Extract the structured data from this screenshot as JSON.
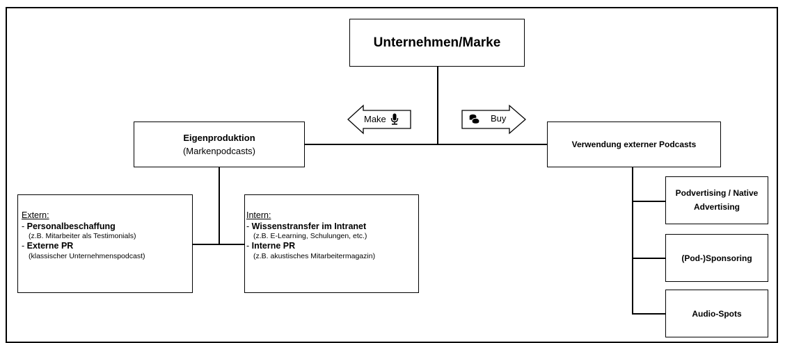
{
  "top": {
    "title": "Unternehmen/Marke"
  },
  "make": {
    "label": "Make",
    "icon": "microphone-icon"
  },
  "buy": {
    "label": "Buy",
    "icon": "coins-icon"
  },
  "left": {
    "title": "Eigenproduktion",
    "subtitle": "(Markenpodcasts)"
  },
  "right": {
    "title": "Verwendung externer Podcasts"
  },
  "extern": {
    "heading": "Extern:",
    "items": [
      {
        "title": "Personalbeschaffung",
        "sub": "(z.B. Mitarbeiter als Testimonials)"
      },
      {
        "title": "Externe PR",
        "sub": "(klassischer Unternehmenspodcast)"
      }
    ]
  },
  "intern": {
    "heading": "Intern:",
    "items": [
      {
        "title": "Wissenstransfer im Intranet",
        "sub": "(z.B. E-Learning, Schulungen, etc.)"
      },
      {
        "title": "Interne PR",
        "sub": "(z.B. akustisches Mitarbeitermagazin)"
      }
    ]
  },
  "options": [
    "Podvertising / Native Advertising",
    "(Pod-)Sponsoring",
    "Audio-Spots"
  ]
}
